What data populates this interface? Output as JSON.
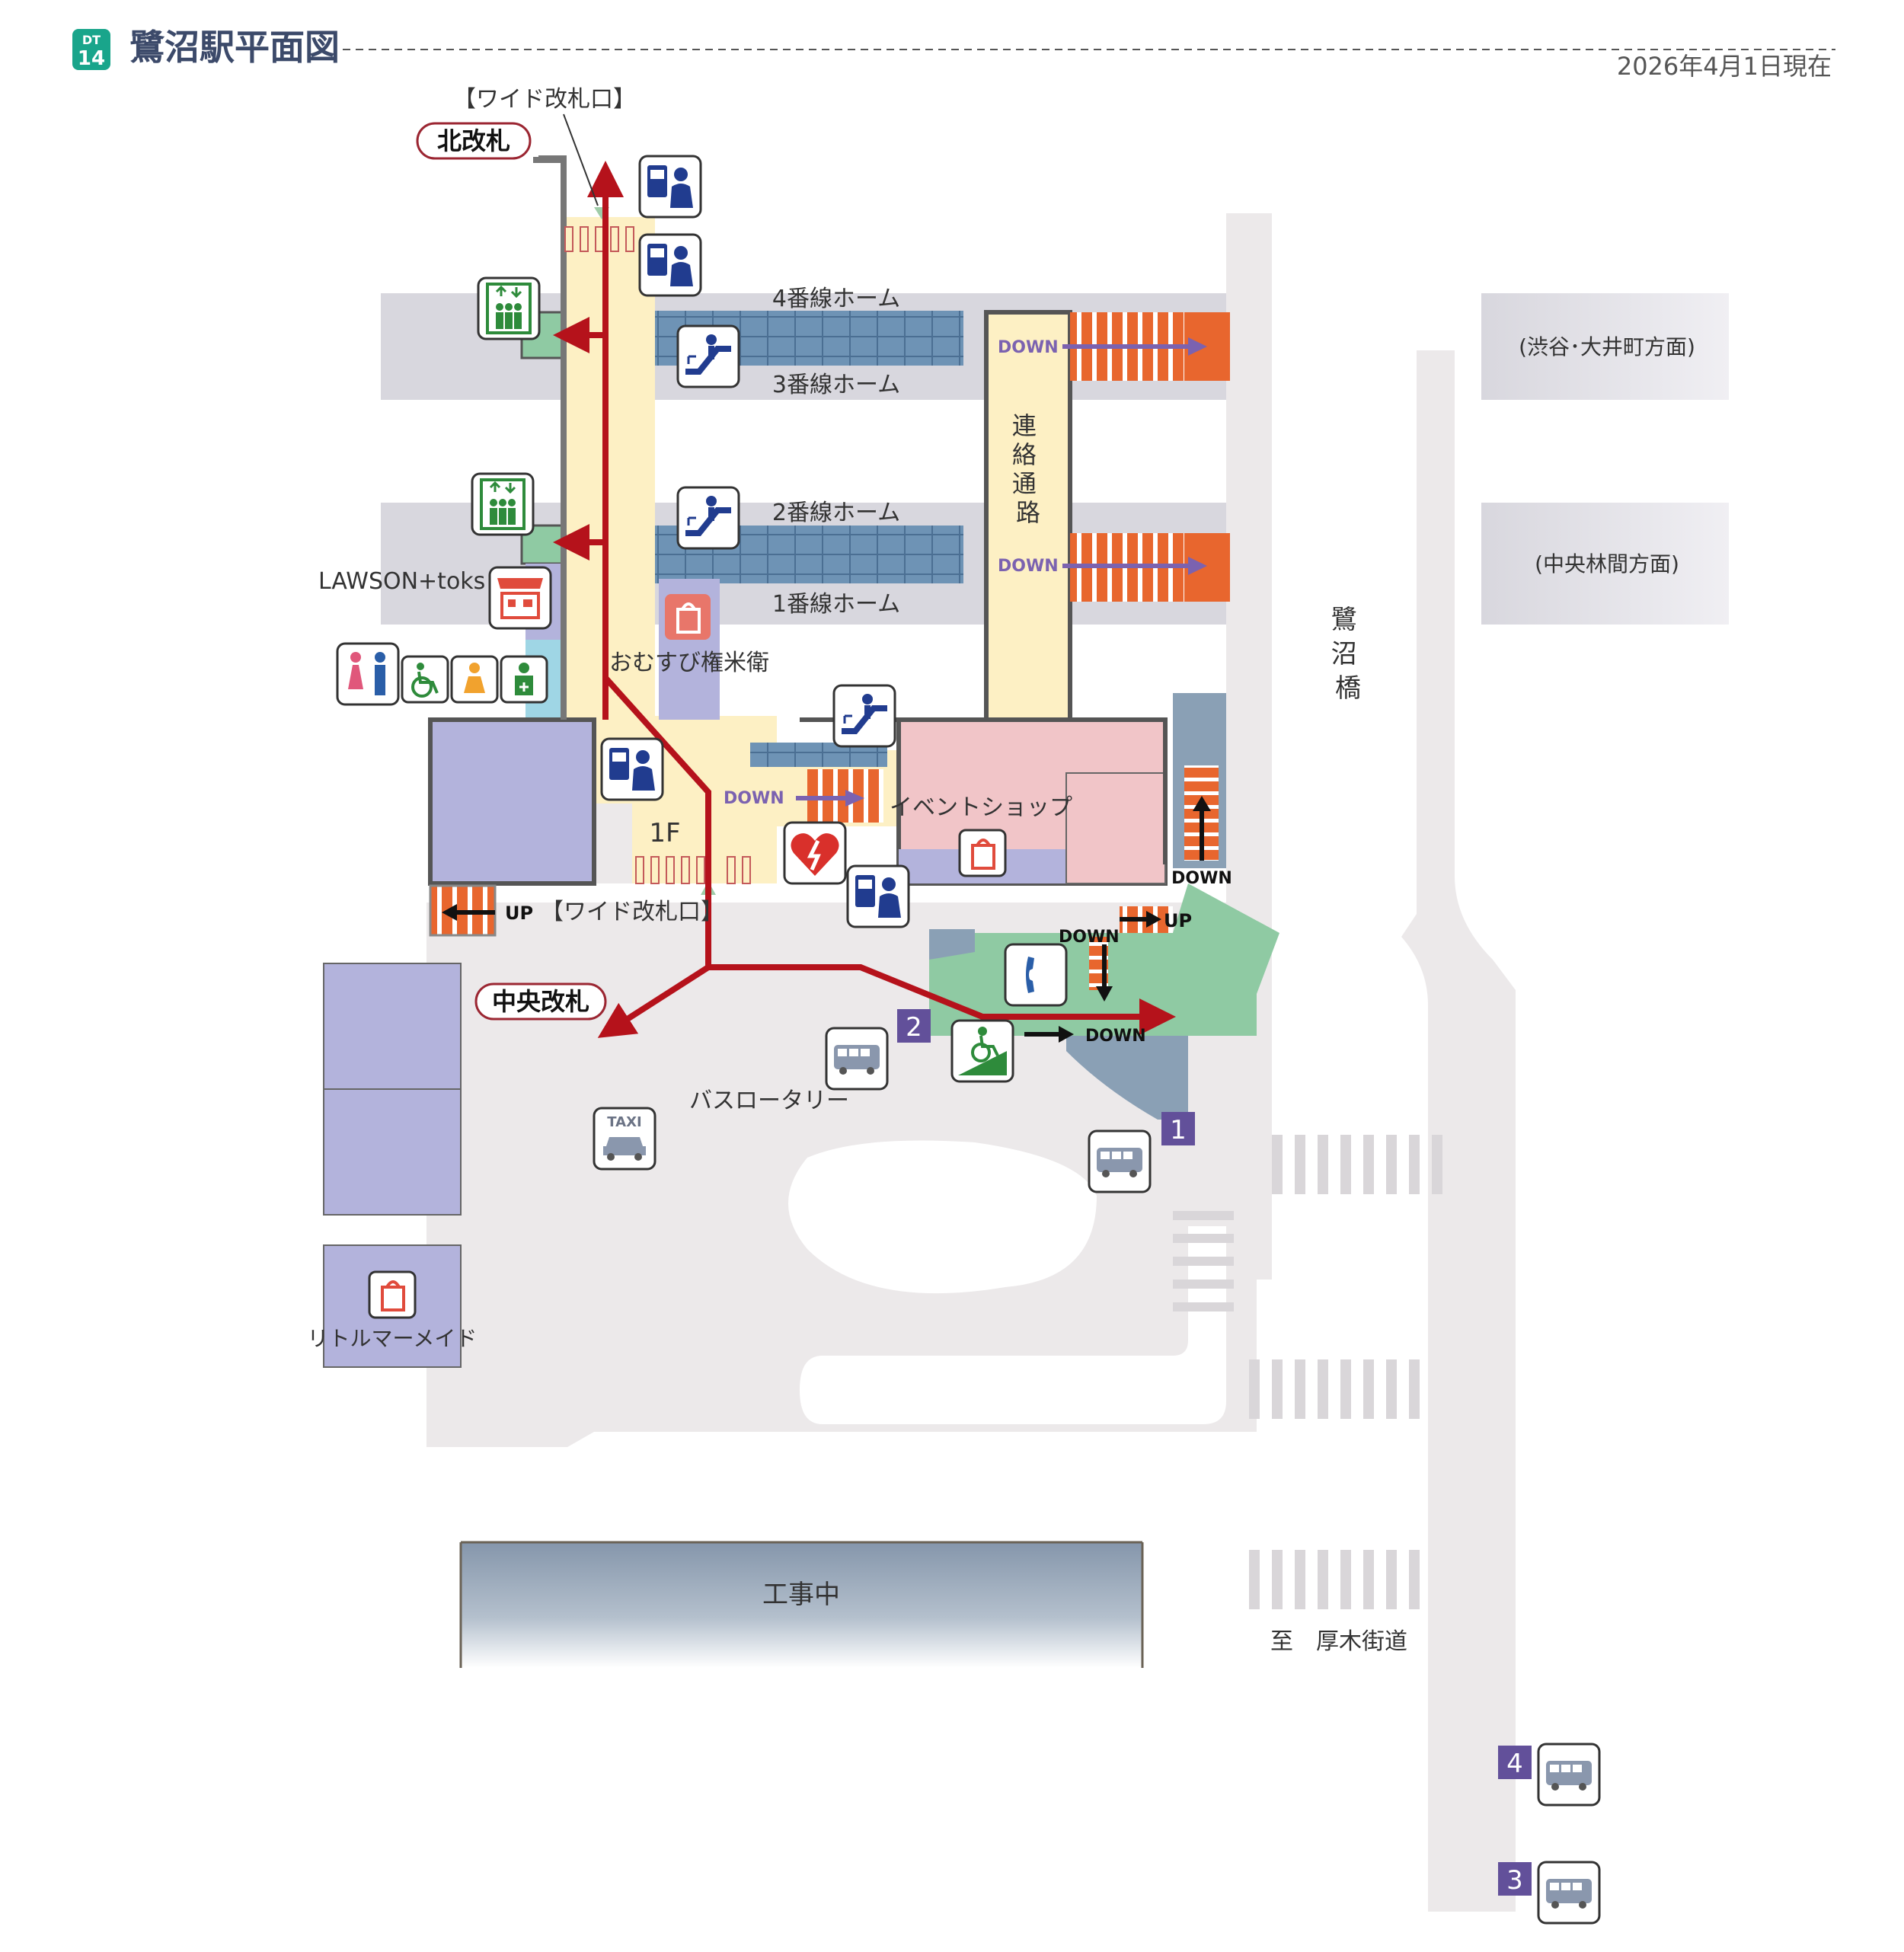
{
  "header": {
    "line_badge_top": "DT",
    "line_badge_num": "14",
    "title": "鷺沼駅平面図",
    "date": "2026年4月1日現在"
  },
  "colors": {
    "line_green": "#19a58b",
    "route_red": "#b5121b",
    "concourse": "#fdf0c4",
    "platform": "#d8d7de",
    "track_blue": "#6e93b5",
    "store_lavender": "#b3b3dc",
    "event_pink": "#f1c5c8",
    "stairs_orange": "#e8662e",
    "green_area": "#8fcaa3",
    "slate": "#8aa0b5",
    "road": "#ece9ea",
    "gate_tag": "#9b2632"
  },
  "labels": {
    "wide_gate_top": "【ワイド改札口】",
    "north_gate": "北改札",
    "platform4": "4番線ホーム",
    "platform3": "3番線ホーム",
    "platform2": "2番線ホーム",
    "platform1": "1番線ホーム",
    "direction_shibuya": "(渋谷･大井町方面)",
    "direction_chuorinkan": "(中央林間方面)",
    "connecting_passage": "連絡通路",
    "sagi_bridge": "鷺沼橋",
    "lawson": "LAWSON+toks",
    "omusubi": "おむすび権米衛",
    "event_shop": "イベントショップ",
    "floor": "1F",
    "wide_gate_bottom": "【ワイド改札口】",
    "central_gate": "中央改札",
    "bus_rotary": "バスロータリー",
    "little_mermaid": "リトルマーメイド",
    "construction": "工事中",
    "to_atsugi": "至　厚木街道",
    "down": "DOWN",
    "up": "UP",
    "taxi": "TAXI",
    "bus_stop_1": "1",
    "bus_stop_2": "2",
    "bus_stop_3": "3",
    "bus_stop_4": "4"
  }
}
